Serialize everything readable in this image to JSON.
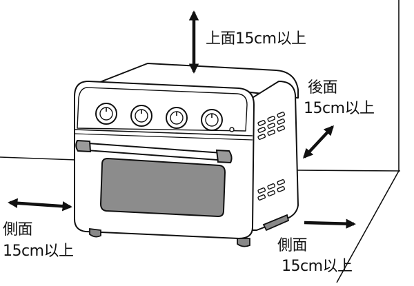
{
  "labels": {
    "top": "上面15cm以上",
    "back_title": "後面",
    "back_value": "15cm以上",
    "side_left_title": "側面",
    "side_left_value": "15cm以上",
    "side_right_title": "側面",
    "side_right_value": "15cm以上"
  },
  "colors": {
    "line": "#111111",
    "body_fill": "#ffffff",
    "window_fill": "#8c8c8c",
    "handle_fill": "#9a9a9a",
    "foot_fill": "#888888"
  }
}
